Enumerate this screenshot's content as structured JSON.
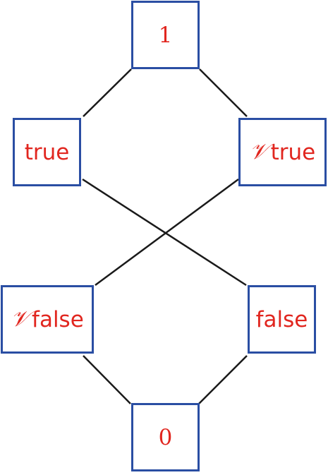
{
  "diagram": {
    "nodes": {
      "top": "1",
      "true": "true",
      "vtrue": {
        "symbol": "𝒱",
        "label": "true"
      },
      "vfalse": {
        "symbol": "𝒱",
        "label": "false"
      },
      "false": "false",
      "bottom": "0"
    },
    "edges": [
      [
        "top",
        "true"
      ],
      [
        "top",
        "vtrue"
      ],
      [
        "true",
        "false"
      ],
      [
        "vtrue",
        "vfalse"
      ],
      [
        "vfalse",
        "bottom"
      ],
      [
        "false",
        "bottom"
      ]
    ],
    "colors": {
      "label": "#e1261f",
      "border": "#2a4ea3",
      "edge": "#1a1a1a"
    }
  }
}
